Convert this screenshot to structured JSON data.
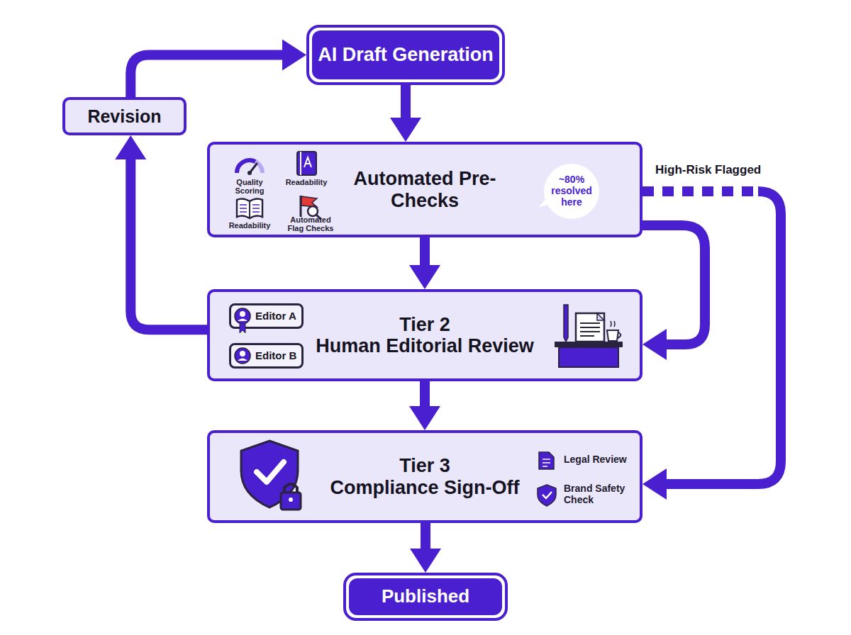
{
  "diagram": {
    "nodes": [
      {
        "text": [
          "AI Draft Generation"
        ]
      },
      {
        "text": [
          "Revision"
        ]
      },
      {
        "text": [
          "Automated Pre-Checks"
        ]
      },
      {
        "text": [
          "~80% resolved here"
        ],
        "in": 2
      },
      {
        "text": [
          "Tier 2",
          "Human Editorial Review"
        ]
      },
      {
        "text": [
          "Editor A"
        ],
        "in": 4
      },
      {
        "text": [
          "Editor B"
        ],
        "in": 4
      },
      {
        "text": [
          "Tier 3",
          "Compliance Sign-Off"
        ]
      },
      {
        "text": [
          "Published"
        ]
      }
    ],
    "edges": [
      {
        "from": 0,
        "to": 2,
        "arrow": "to"
      },
      {
        "from": 2,
        "to": 4,
        "arrow": "to"
      },
      {
        "from": 4,
        "to": 7,
        "arrow": "to"
      },
      {
        "from": 7,
        "to": 8,
        "arrow": "to"
      },
      {
        "from": 4,
        "to": 1,
        "arrow": "to"
      },
      {
        "from": 1,
        "to": 0,
        "arrow": "to"
      },
      {
        "from": 2,
        "to": 4,
        "arrow": "to"
      },
      {
        "from": 2,
        "to": 7,
        "arrow": "to",
        "label": "High-Risk Flagged"
      }
    ],
    "labels": [
      "Quality Scoring",
      "Readability",
      "Readability",
      "Automated Flag Checks",
      "Legal Review",
      "Brand Safety Check"
    ]
  }
}
